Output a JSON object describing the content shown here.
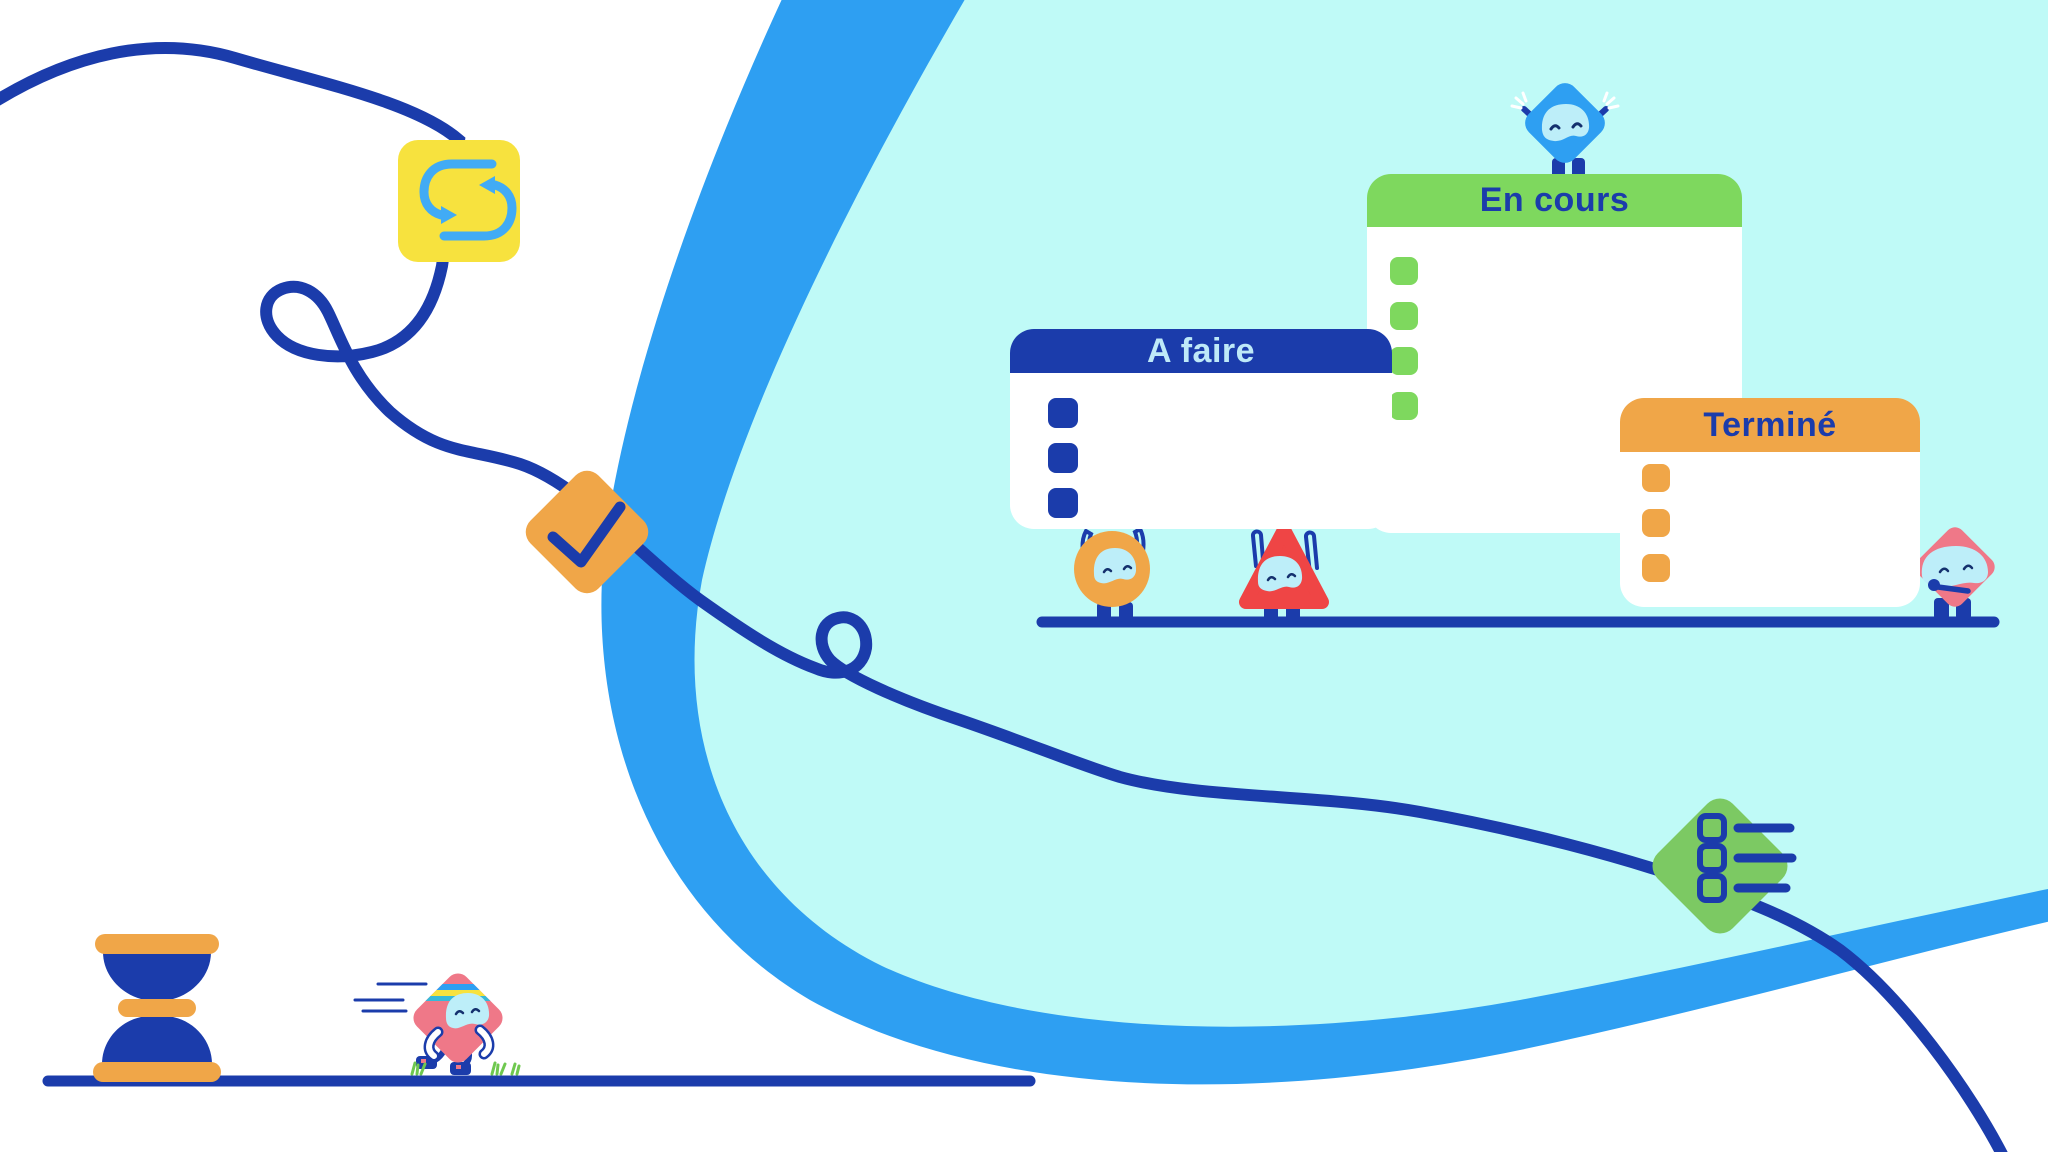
{
  "kanban": {
    "columns": [
      {
        "id": "todo",
        "label": "A faire",
        "header_color": "#1b3cab",
        "label_color": "#bee9f8",
        "card_color": "#1b3cab",
        "cards": 3
      },
      {
        "id": "in_progress",
        "label": "En cours",
        "header_color": "#7ed85e",
        "label_color": "#1b3cab",
        "card_color": "#7ed85e",
        "cards": 4
      },
      {
        "id": "done",
        "label": "Terminé",
        "header_color": "#f0a648",
        "label_color": "#1b3cab",
        "card_color": "#f0a648",
        "cards": 3
      }
    ]
  },
  "icons": {
    "sync_icon": {
      "name": "sync-icon",
      "tile_color": "#f7e23e",
      "glyph_color": "#41abf5"
    },
    "check_icon": {
      "name": "check-icon",
      "tile_color": "#f0a648",
      "glyph_color": "#1b3cab"
    },
    "checklist_icon": {
      "name": "checklist-icon",
      "tile_color": "#7cc963",
      "glyph_color": "#1b3cab"
    },
    "hourglass": {
      "name": "hourglass",
      "bulb_color": "#1b3cab",
      "cap_color": "#f0a648"
    }
  },
  "characters": [
    {
      "name": "cheering-diamond-mascot",
      "shape": "diamond",
      "color": "#2e9ff2",
      "pose": "arms up on in-progress board"
    },
    {
      "name": "circle-mascot",
      "shape": "circle",
      "color": "#f0a648",
      "pose": "holding up todo board"
    },
    {
      "name": "triangle-mascot",
      "shape": "triangle",
      "color": "#ef4545",
      "pose": "holding up todo board"
    },
    {
      "name": "shy-diamond-mascot",
      "shape": "diamond",
      "color": "#ef7888",
      "pose": "peeking beside done board"
    },
    {
      "name": "running-diamond-mascot",
      "shape": "diamond",
      "color": "#ef7888",
      "pose": "running with headband"
    }
  ],
  "colors": {
    "navy": "#1b3cab",
    "blue": "#2e9ff2",
    "skyblue": "#41abf5",
    "cyan": "#bffaf7",
    "face": "#bdeef9",
    "green": "#7ed85e",
    "green2": "#7cc963",
    "orange": "#f0a648",
    "yellow": "#f7e23e",
    "pink": "#ef7888",
    "red": "#ef4545",
    "grass": "#6fc84f",
    "label_light": "#bee9f8",
    "background": "#ffffff"
  }
}
